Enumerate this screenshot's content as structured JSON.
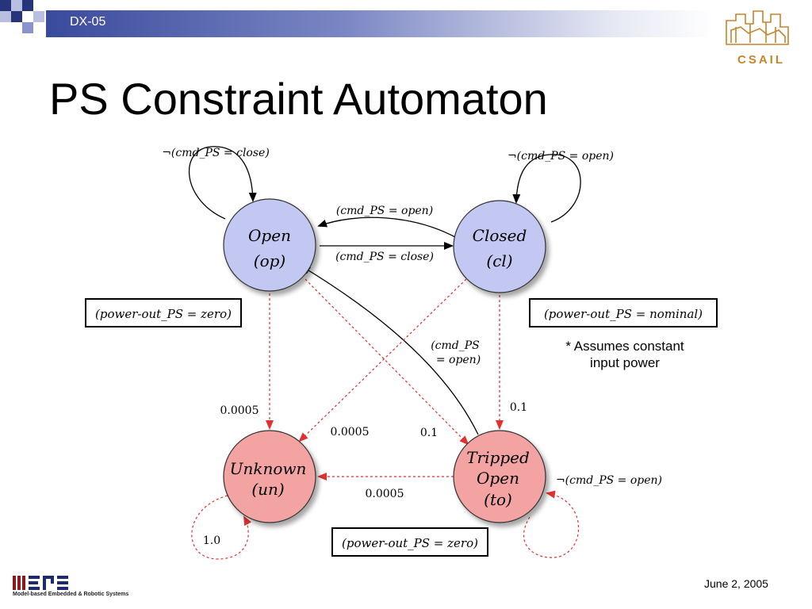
{
  "header": {
    "label": "DX-05"
  },
  "logo": {
    "csail_text": "CSAIL",
    "mers_tagline": "Model-based Embedded & Robotic Systems"
  },
  "title": "PS Constraint Automaton",
  "states": {
    "open": {
      "line1": "Open",
      "line2": "(op)"
    },
    "closed": {
      "line1": "Closed",
      "line2": "(cl)"
    },
    "unknown": {
      "line1": "Unknown",
      "line2": "(un)"
    },
    "tripped": {
      "line1": "Tripped",
      "line2": "Open",
      "line3": "(to)"
    }
  },
  "edges": {
    "open_self": "¬(cmd_PS = close)",
    "closed_self": "¬(cmd_PS = open)",
    "closed_to_open": "(cmd_PS = open)",
    "open_to_closed": "(cmd_PS = close)",
    "tripped_to_open_a": "(cmd_PS",
    "tripped_to_open_b": "= open)",
    "tripped_self": "¬(cmd_PS = open)",
    "p_open_unknown": "0.0005",
    "p_closed_unknown": "0.0005",
    "p_open_tripped": "0.1",
    "p_closed_tripped": "0.1",
    "p_tripped_unknown": "0.0005",
    "p_unknown_self": "1.0"
  },
  "constraints": {
    "open": "(power-out_PS = zero)",
    "closed": "(power-out_PS = nominal)",
    "tripped": "(power-out_PS = zero)"
  },
  "note": {
    "line1": "* Assumes constant",
    "line2": "input power"
  },
  "footer": {
    "date": "June 2, 2005"
  },
  "colors": {
    "header_band": "#3a4a9c",
    "state_nominal": "#c3c8f2",
    "state_fault": "#f4a3a3",
    "fault_arrow": "#e03030"
  }
}
